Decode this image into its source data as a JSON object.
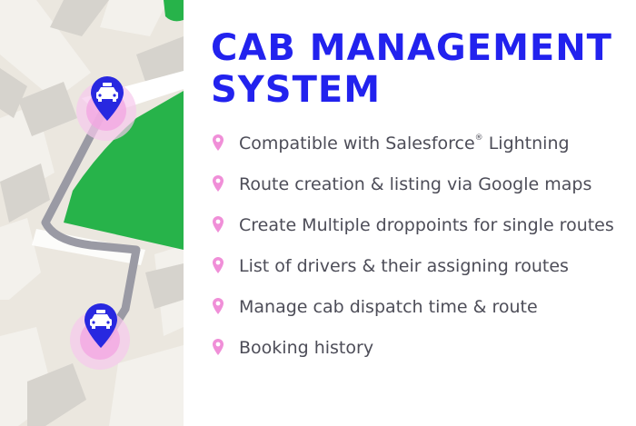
{
  "header": {
    "title_line1": "CAB MANAGEMENT",
    "title_line2": "SYSTEM"
  },
  "features": [
    {
      "text": "Compatible with Salesforce",
      "sup": "®",
      "suffix": " Lightning"
    },
    {
      "text": "Route creation & listing via Google maps"
    },
    {
      "text": "Create Multiple droppoints for single routes"
    },
    {
      "text": "List of drivers & their assigning routes"
    },
    {
      "text": "Manage cab dispatch time & route"
    },
    {
      "text": "Booking history"
    }
  ],
  "colors": {
    "title": "#2222ee",
    "bullet": "#f08fd8",
    "text": "#4d4d58",
    "marker": "#2828e0",
    "map_green": "#27b34a",
    "map_road": "#9a9aa4"
  },
  "icons": {
    "bullet": "location-pin-icon",
    "marker": "taxi-icon"
  }
}
